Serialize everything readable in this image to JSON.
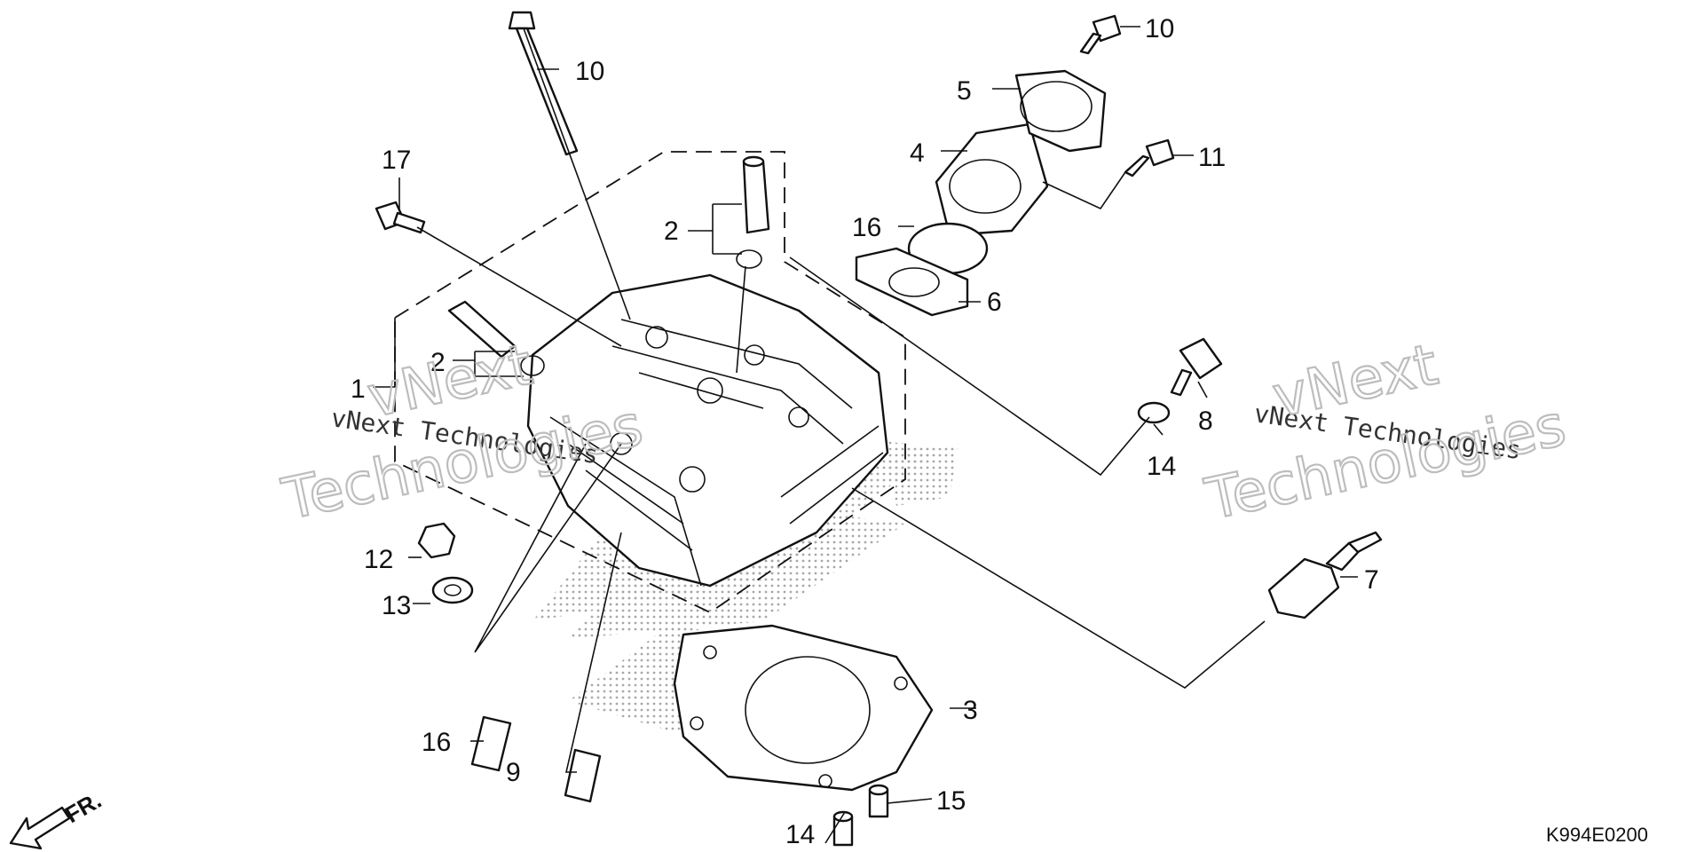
{
  "diagram": {
    "callouts": [
      {
        "id": "c1",
        "text": "1"
      },
      {
        "id": "c2a",
        "text": "2"
      },
      {
        "id": "c2b",
        "text": "2"
      },
      {
        "id": "c3",
        "text": "3"
      },
      {
        "id": "c4",
        "text": "4"
      },
      {
        "id": "c5",
        "text": "5"
      },
      {
        "id": "c6",
        "text": "6"
      },
      {
        "id": "c7",
        "text": "7"
      },
      {
        "id": "c8",
        "text": "8"
      },
      {
        "id": "c9",
        "text": "9"
      },
      {
        "id": "c10a",
        "text": "10"
      },
      {
        "id": "c10b",
        "text": "10"
      },
      {
        "id": "c11",
        "text": "11"
      },
      {
        "id": "c12",
        "text": "12"
      },
      {
        "id": "c13",
        "text": "13"
      },
      {
        "id": "c14a",
        "text": "14"
      },
      {
        "id": "c14b",
        "text": "14"
      },
      {
        "id": "c15",
        "text": "15"
      },
      {
        "id": "c16a",
        "text": "16"
      },
      {
        "id": "c16b",
        "text": "16"
      },
      {
        "id": "c17",
        "text": "17"
      }
    ],
    "watermark_line": "vNext Technologies",
    "watermark_word_1": "vNext",
    "watermark_word_2": "Technologies",
    "direction_label": "FR.",
    "diagram_code": "K994E0200"
  }
}
